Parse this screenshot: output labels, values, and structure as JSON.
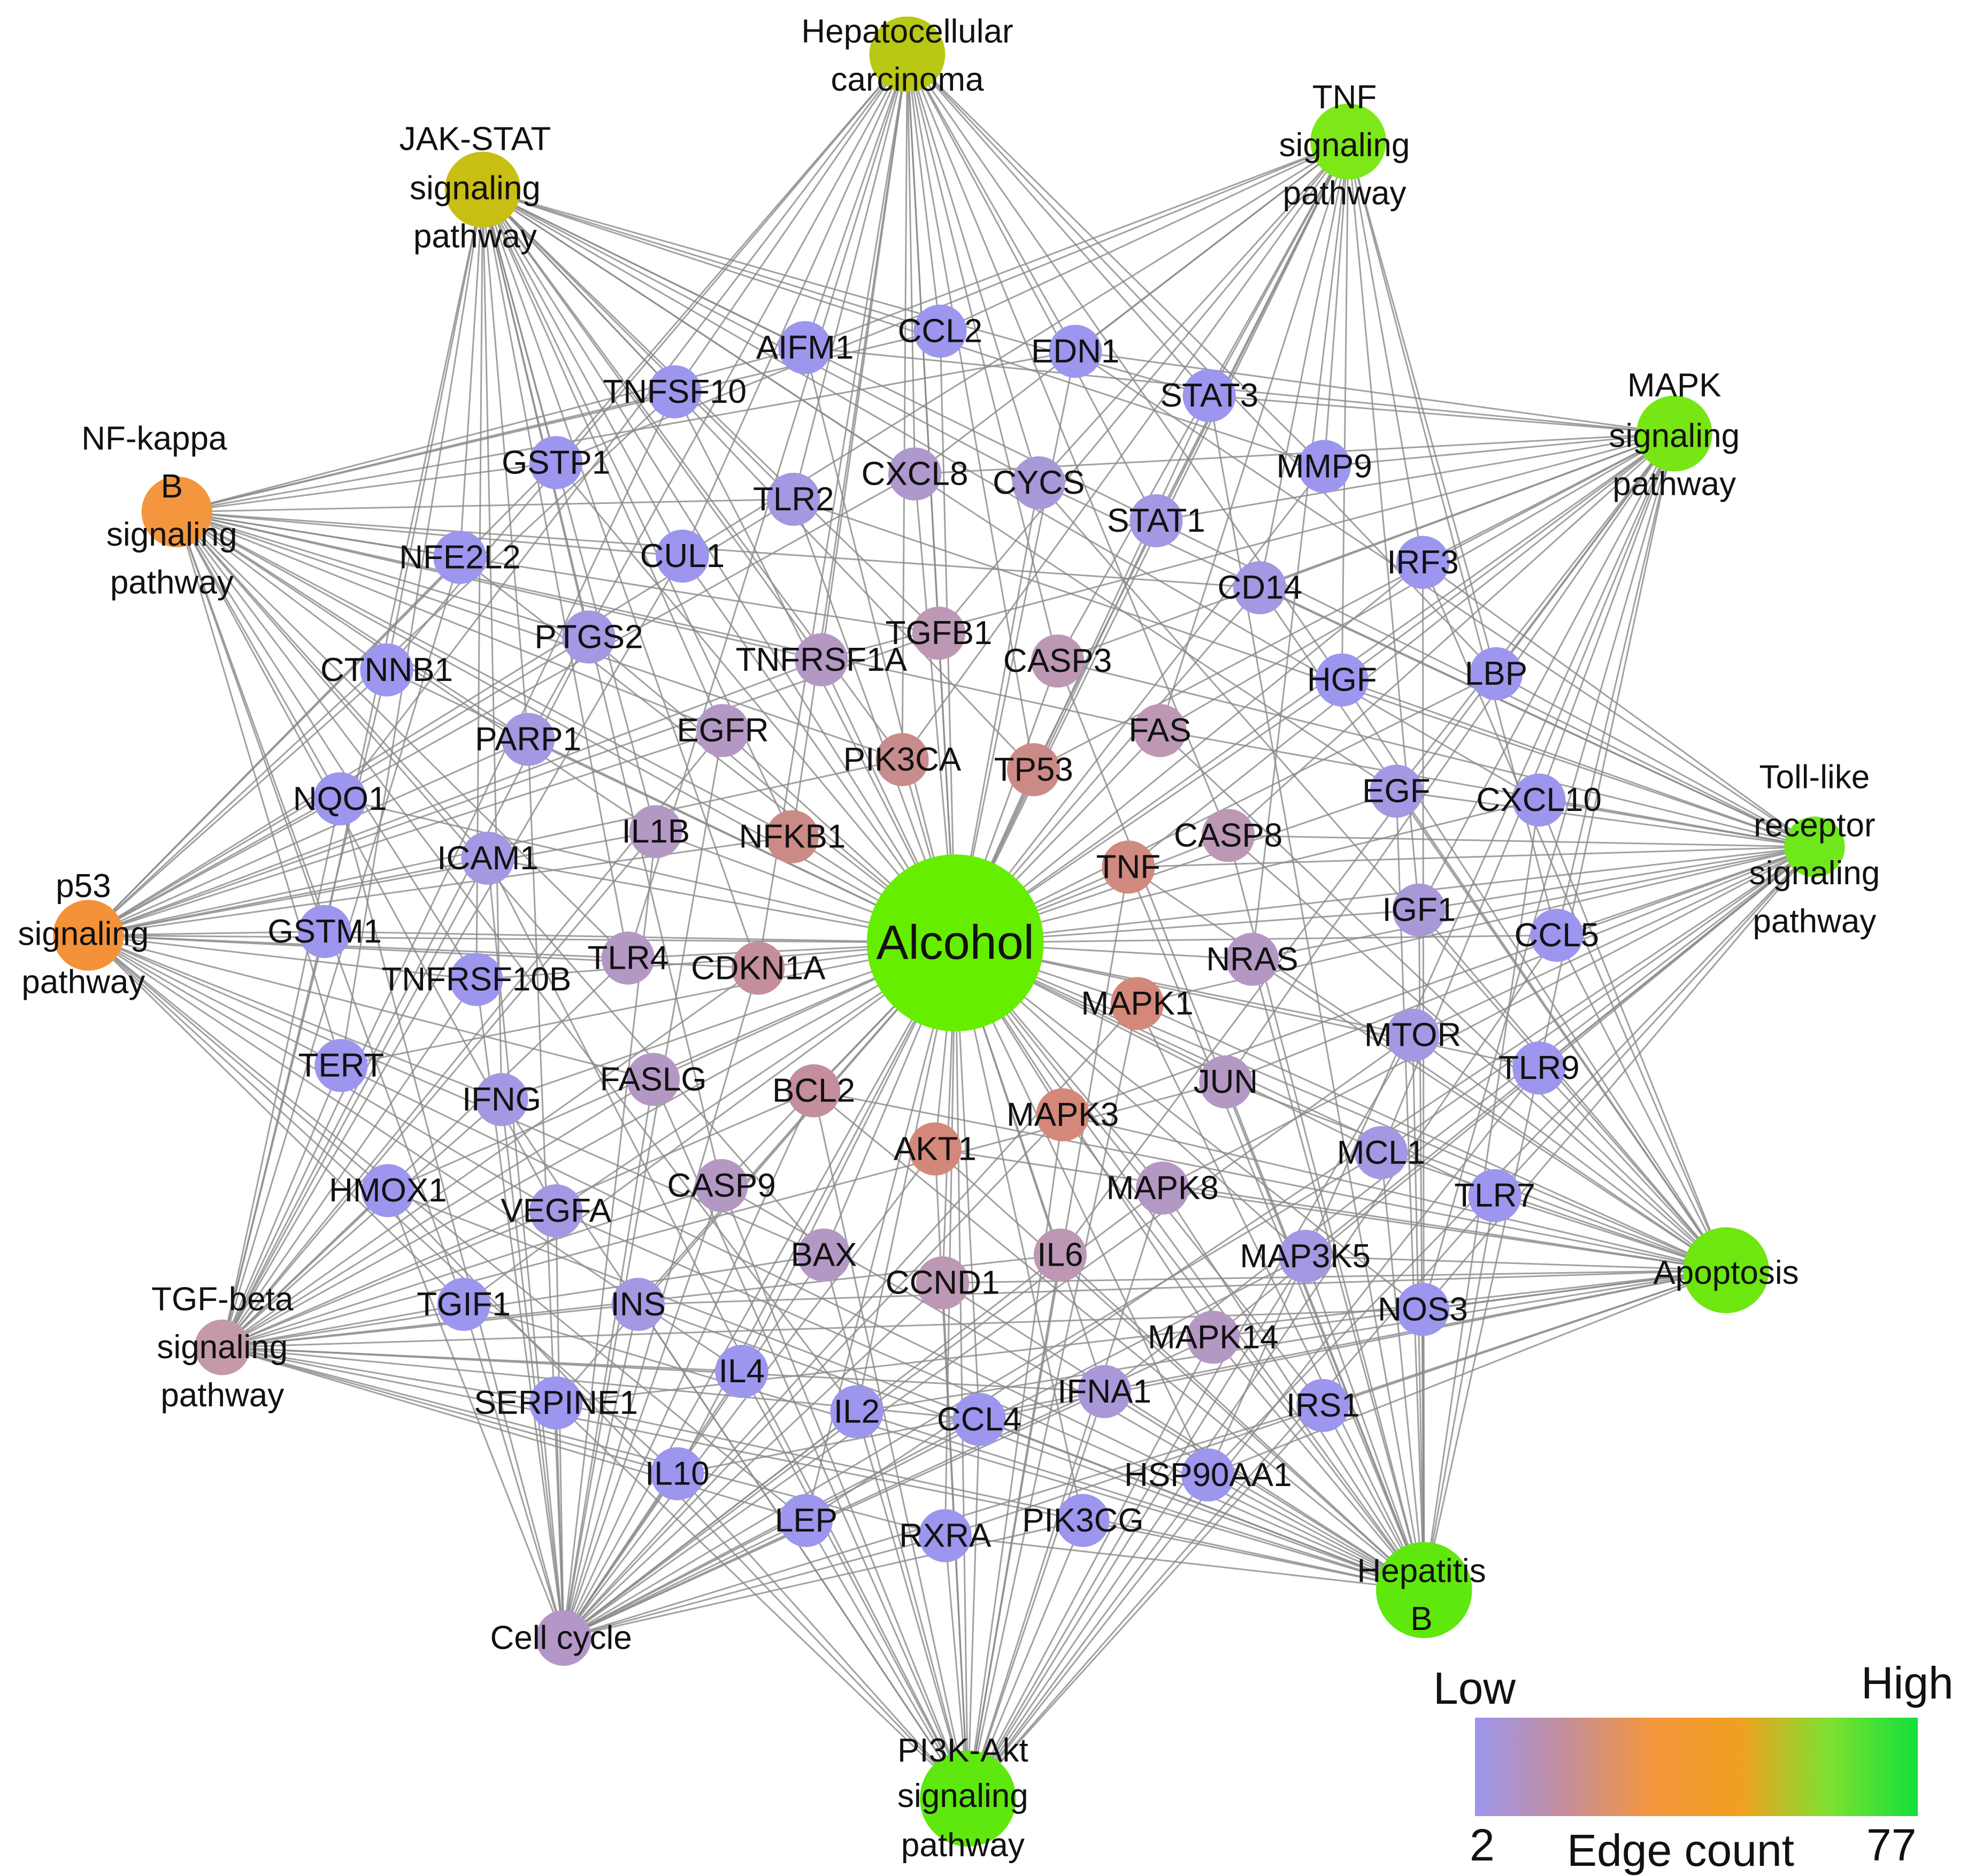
{
  "center": {
    "label": "Alcohol",
    "color": "#66ee00"
  },
  "pathways": [
    {
      "id": "hcc",
      "label": [
        "Hepatocellular",
        "carcinoma"
      ],
      "color": "#b8c814"
    },
    {
      "id": "tnf",
      "label": [
        "TNF",
        "signaling",
        "pathway"
      ],
      "color": "#7de818"
    },
    {
      "id": "mapk",
      "label": [
        "MAPK",
        "signaling",
        "pathway"
      ],
      "color": "#78e614"
    },
    {
      "id": "tlr",
      "label": [
        "Toll-like",
        "receptor",
        "signaling",
        "pathway"
      ],
      "color": "#6ee81a"
    },
    {
      "id": "apop",
      "label": [
        "Apoptosis"
      ],
      "color": "#6ee610"
    },
    {
      "id": "hepb",
      "label": [
        "Hepatitis",
        "B"
      ],
      "color": "#5ee80e"
    },
    {
      "id": "pi3k",
      "label": [
        "PI3K-Akt",
        "signaling",
        "pathway"
      ],
      "color": "#5ee80e"
    },
    {
      "id": "cc",
      "label": [
        "Cell cycle"
      ],
      "color": "#b496c8"
    },
    {
      "id": "tgfb",
      "label": [
        "TGF-beta",
        "signaling",
        "pathway"
      ],
      "color": "#c49aa8"
    },
    {
      "id": "p53",
      "label": [
        "p53",
        "signaling",
        "pathway"
      ],
      "color": "#f4923a"
    },
    {
      "id": "nfkb",
      "label": [
        "NF-kappa",
        "B",
        "signaling",
        "pathway"
      ],
      "color": "#f4963e"
    },
    {
      "id": "jak",
      "label": [
        "JAK-STAT",
        "signaling",
        "pathway"
      ],
      "color": "#c8be14"
    }
  ],
  "genes": [
    {
      "label": "AIFM1",
      "color": "#9c96ee"
    },
    {
      "label": "CCL2",
      "color": "#9c96ee"
    },
    {
      "label": "EDN1",
      "color": "#9c96ee"
    },
    {
      "label": "TNFSF10",
      "color": "#9c96ee"
    },
    {
      "label": "STAT3",
      "color": "#9c96ee"
    },
    {
      "label": "GSTP1",
      "color": "#9c96ee"
    },
    {
      "label": "MMP9",
      "color": "#9c96ee"
    },
    {
      "label": "CXCL8",
      "color": "#ae98cc"
    },
    {
      "label": "CYCS",
      "color": "#a898d8"
    },
    {
      "label": "TLR2",
      "color": "#a398e2"
    },
    {
      "label": "STAT1",
      "color": "#a398e2"
    },
    {
      "label": "NFE2L2",
      "color": "#9c96ee"
    },
    {
      "label": "CUL1",
      "color": "#9c96ee"
    },
    {
      "label": "IRF3",
      "color": "#9c96ee"
    },
    {
      "label": "CD14",
      "color": "#a398e2"
    },
    {
      "label": "CTNNB1",
      "color": "#9c96ee"
    },
    {
      "label": "PTGS2",
      "color": "#a398e2"
    },
    {
      "label": "TNFRSF1A",
      "color": "#b498c4"
    },
    {
      "label": "TGFB1",
      "color": "#bc98b4"
    },
    {
      "label": "CASP3",
      "color": "#bc98b4"
    },
    {
      "label": "HGF",
      "color": "#9c96ee"
    },
    {
      "label": "LBP",
      "color": "#9c96ee"
    },
    {
      "label": "PARP1",
      "color": "#a398e2"
    },
    {
      "label": "EGFR",
      "color": "#b498c4"
    },
    {
      "label": "FAS",
      "color": "#bc98b4"
    },
    {
      "label": "PIK3CA",
      "color": "#c88c8c"
    },
    {
      "label": "TP53",
      "color": "#cc8a86"
    },
    {
      "label": "NQO1",
      "color": "#9c96ee"
    },
    {
      "label": "EGF",
      "color": "#a398e2"
    },
    {
      "label": "CXCL10",
      "color": "#9c96ee"
    },
    {
      "label": "IL1B",
      "color": "#b498c4"
    },
    {
      "label": "NFKB1",
      "color": "#cc8a86"
    },
    {
      "label": "CASP8",
      "color": "#bc98b4"
    },
    {
      "label": "ICAM1",
      "color": "#a398e2"
    },
    {
      "label": "TNF",
      "color": "#d08a80"
    },
    {
      "label": "IGF1",
      "color": "#a898d8"
    },
    {
      "label": "GSTM1",
      "color": "#9c96ee"
    },
    {
      "label": "CCL5",
      "color": "#9c96ee"
    },
    {
      "label": "TLR4",
      "color": "#b498c4"
    },
    {
      "label": "CDKN1A",
      "color": "#c48e9c"
    },
    {
      "label": "TNFRSF10B",
      "color": "#9c96ee"
    },
    {
      "label": "NRAS",
      "color": "#b498c4"
    },
    {
      "label": "MAPK1",
      "color": "#d4887a"
    },
    {
      "label": "MTOR",
      "color": "#a398e2"
    },
    {
      "label": "TERT",
      "color": "#9c96ee"
    },
    {
      "label": "TLR9",
      "color": "#9c96ee"
    },
    {
      "label": "FASLG",
      "color": "#b498c4"
    },
    {
      "label": "IFNG",
      "color": "#a398e2"
    },
    {
      "label": "BCL2",
      "color": "#c48e9c"
    },
    {
      "label": "JUN",
      "color": "#b498c4"
    },
    {
      "label": "MAPK3",
      "color": "#d4887a"
    },
    {
      "label": "AKT1",
      "color": "#d4887a"
    },
    {
      "label": "MCL1",
      "color": "#a398e2"
    },
    {
      "label": "HMOX1",
      "color": "#9c96ee"
    },
    {
      "label": "CASP9",
      "color": "#b498c4"
    },
    {
      "label": "MAPK8",
      "color": "#b498c4"
    },
    {
      "label": "TLR7",
      "color": "#9c96ee"
    },
    {
      "label": "VEGFA",
      "color": "#a398e2"
    },
    {
      "label": "BAX",
      "color": "#b498c4"
    },
    {
      "label": "IL6",
      "color": "#bc98b4"
    },
    {
      "label": "MAP3K5",
      "color": "#a398e2"
    },
    {
      "label": "CCND1",
      "color": "#bc98b4"
    },
    {
      "label": "TGIF1",
      "color": "#9c96ee"
    },
    {
      "label": "INS",
      "color": "#a398e2"
    },
    {
      "label": "NOS3",
      "color": "#9c96ee"
    },
    {
      "label": "MAPK14",
      "color": "#b498c4"
    },
    {
      "label": "IL4",
      "color": "#9c96ee"
    },
    {
      "label": "IFNA1",
      "color": "#a898d8"
    },
    {
      "label": "SERPINE1",
      "color": "#9c96ee"
    },
    {
      "label": "IL2",
      "color": "#9c96ee"
    },
    {
      "label": "CCL4",
      "color": "#9c96ee"
    },
    {
      "label": "IRS1",
      "color": "#9c96ee"
    },
    {
      "label": "IL10",
      "color": "#9c96ee"
    },
    {
      "label": "HSP90AA1",
      "color": "#9c96ee"
    },
    {
      "label": "LEP",
      "color": "#9c96ee"
    },
    {
      "label": "RXRA",
      "color": "#9c96ee"
    },
    {
      "label": "PIK3CG",
      "color": "#9c96ee"
    }
  ],
  "legend": {
    "low": "Low",
    "high": "High",
    "min": "2",
    "max": "77",
    "title": "Edge count",
    "colors": [
      "#9c96ee",
      "#c48e9c",
      "#f4963e",
      "#f0a020",
      "#7ee030",
      "#12e03a"
    ]
  }
}
